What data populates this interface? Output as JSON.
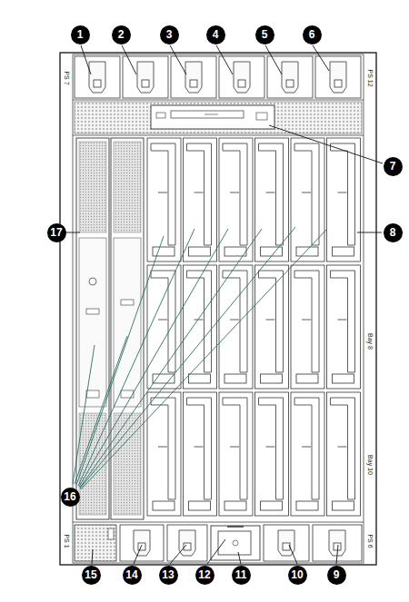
{
  "diagram": {
    "labels": [
      "1",
      "2",
      "3",
      "4",
      "5",
      "6",
      "7",
      "8",
      "9",
      "10",
      "11",
      "12",
      "13",
      "14",
      "15",
      "16",
      "17",
      "PS 7",
      "PS 12",
      "Bay 8",
      "Bay 10",
      "PS 1",
      "PS 6"
    ]
  }
}
